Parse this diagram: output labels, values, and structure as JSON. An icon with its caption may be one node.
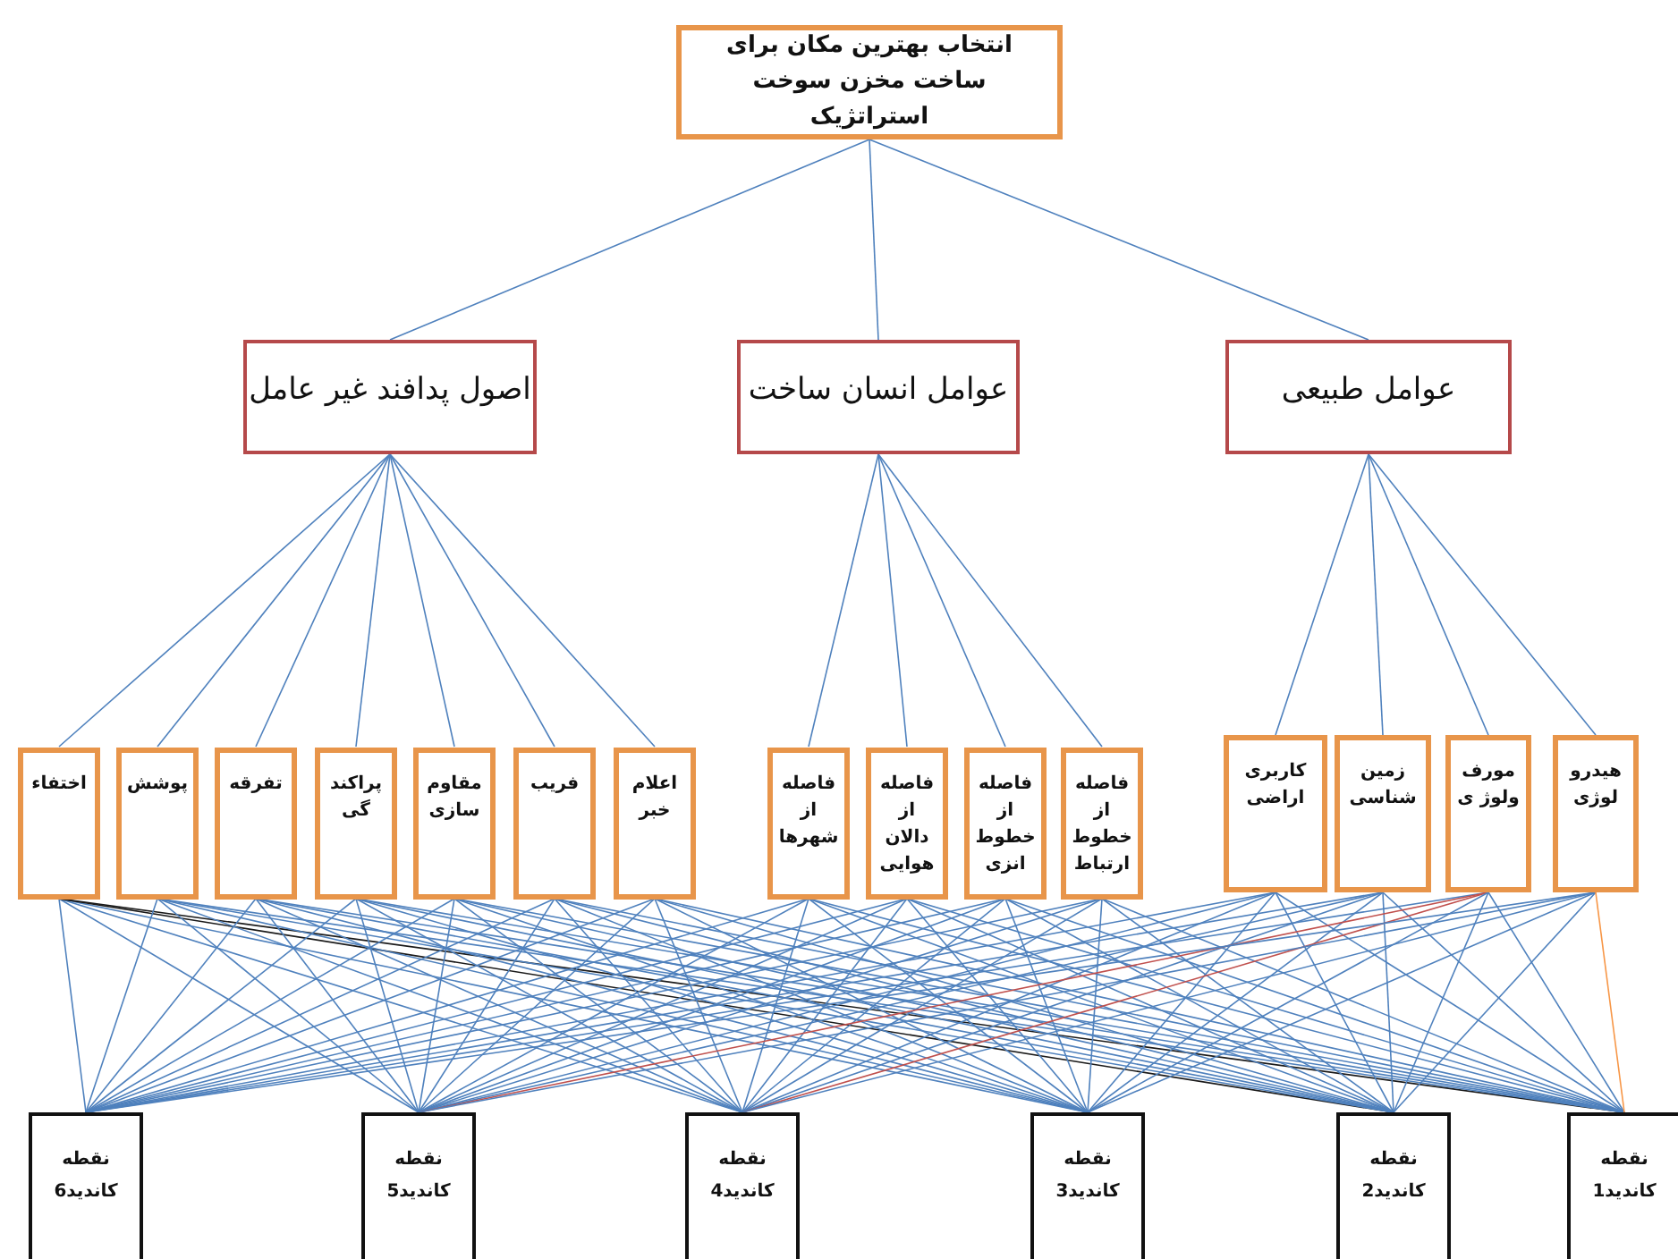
{
  "diagram": {
    "nodes": [
      {
        "text": [
          "انتخاب بهترین مکان برای ساخت مخزن سوخت استراتژیک"
        ]
      },
      {
        "text": [
          "اصول پدافند غیر عامل"
        ]
      },
      {
        "text": [
          "عوامل انسان ساخت"
        ]
      },
      {
        "text": [
          "عوامل طبیعی"
        ]
      },
      {
        "text": [
          "اختفاء"
        ]
      },
      {
        "text": [
          "پوشش"
        ]
      },
      {
        "text": [
          "تفرقه"
        ]
      },
      {
        "text": [
          "پراکند گی"
        ]
      },
      {
        "text": [
          "مقاوم سازی"
        ]
      },
      {
        "text": [
          "فریب"
        ]
      },
      {
        "text": [
          "اعلام خبر"
        ]
      },
      {
        "text": [
          "فاصله از شهرها"
        ]
      },
      {
        "text": [
          "فاصله از دالان هوایی"
        ]
      },
      {
        "text": [
          "فاصله از خطوط انزی"
        ]
      },
      {
        "text": [
          "فاصله از خطوط ارتباط"
        ]
      },
      {
        "text": [
          "کاربری اراضی"
        ]
      },
      {
        "text": [
          "زمین شناسی"
        ]
      },
      {
        "text": [
          "مورف ولوژ ی"
        ]
      },
      {
        "text": [
          "هیدرو لوژی"
        ]
      },
      {
        "text": [
          "نقطه کاندید6"
        ]
      },
      {
        "text": [
          "نقطه کاندید5"
        ]
      },
      {
        "text": [
          "نقطه کاندید4"
        ]
      },
      {
        "text": [
          "نقطه کاندید3"
        ]
      },
      {
        "text": [
          "نقطه کاندید2"
        ]
      },
      {
        "text": [
          "نقطه کاندید1"
        ]
      }
    ],
    "edges": [
      {
        "from": 0,
        "to": 1,
        "arrow": "none"
      },
      {
        "from": 0,
        "to": 2,
        "arrow": "none"
      },
      {
        "from": 0,
        "to": 3,
        "arrow": "none"
      },
      {
        "from": 1,
        "to": 4,
        "arrow": "none"
      },
      {
        "from": 1,
        "to": 5,
        "arrow": "none"
      },
      {
        "from": 1,
        "to": 6,
        "arrow": "none"
      },
      {
        "from": 1,
        "to": 7,
        "arrow": "none"
      },
      {
        "from": 1,
        "to": 8,
        "arrow": "none"
      },
      {
        "from": 1,
        "to": 9,
        "arrow": "none"
      },
      {
        "from": 1,
        "to": 10,
        "arrow": "none"
      },
      {
        "from": 2,
        "to": 11,
        "arrow": "none"
      },
      {
        "from": 2,
        "to": 12,
        "arrow": "none"
      },
      {
        "from": 2,
        "to": 13,
        "arrow": "none"
      },
      {
        "from": 2,
        "to": 14,
        "arrow": "none"
      },
      {
        "from": 3,
        "to": 15,
        "arrow": "none"
      },
      {
        "from": 3,
        "to": 16,
        "arrow": "none"
      },
      {
        "from": 3,
        "to": 17,
        "arrow": "none"
      },
      {
        "from": 3,
        "to": 18,
        "arrow": "none"
      },
      {
        "from": 4,
        "to": 19,
        "arrow": "none"
      },
      {
        "from": 4,
        "to": 20,
        "arrow": "none"
      },
      {
        "from": 4,
        "to": 21,
        "arrow": "none"
      },
      {
        "from": 4,
        "to": 22,
        "arrow": "none"
      },
      {
        "from": 4,
        "to": 23,
        "arrow": "none",
        "color": "#1a1a1a"
      },
      {
        "from": 4,
        "to": 24,
        "arrow": "none",
        "color": "#1a1a1a"
      },
      {
        "from": 5,
        "to": 19,
        "arrow": "none"
      },
      {
        "from": 5,
        "to": 20,
        "arrow": "none"
      },
      {
        "from": 5,
        "to": 21,
        "arrow": "none"
      },
      {
        "from": 5,
        "to": 22,
        "arrow": "none"
      },
      {
        "from": 5,
        "to": 23,
        "arrow": "none"
      },
      {
        "from": 5,
        "to": 24,
        "arrow": "none"
      },
      {
        "from": 6,
        "to": 19,
        "arrow": "none"
      },
      {
        "from": 6,
        "to": 20,
        "arrow": "none"
      },
      {
        "from": 6,
        "to": 21,
        "arrow": "none"
      },
      {
        "from": 6,
        "to": 22,
        "arrow": "none"
      },
      {
        "from": 6,
        "to": 23,
        "arrow": "none"
      },
      {
        "from": 6,
        "to": 24,
        "arrow": "none"
      },
      {
        "from": 7,
        "to": 19,
        "arrow": "none"
      },
      {
        "from": 7,
        "to": 20,
        "arrow": "none"
      },
      {
        "from": 7,
        "to": 21,
        "arrow": "none"
      },
      {
        "from": 7,
        "to": 22,
        "arrow": "none"
      },
      {
        "from": 7,
        "to": 23,
        "arrow": "none"
      },
      {
        "from": 7,
        "to": 24,
        "arrow": "none"
      },
      {
        "from": 8,
        "to": 19,
        "arrow": "none"
      },
      {
        "from": 8,
        "to": 20,
        "arrow": "none"
      },
      {
        "from": 8,
        "to": 21,
        "arrow": "none"
      },
      {
        "from": 8,
        "to": 22,
        "arrow": "none"
      },
      {
        "from": 8,
        "to": 23,
        "arrow": "none"
      },
      {
        "from": 8,
        "to": 24,
        "arrow": "none"
      },
      {
        "from": 9,
        "to": 19,
        "arrow": "none"
      },
      {
        "from": 9,
        "to": 20,
        "arrow": "none"
      },
      {
        "from": 9,
        "to": 21,
        "arrow": "none"
      },
      {
        "from": 9,
        "to": 22,
        "arrow": "none"
      },
      {
        "from": 9,
        "to": 23,
        "arrow": "none"
      },
      {
        "from": 9,
        "to": 24,
        "arrow": "none"
      },
      {
        "from": 10,
        "to": 19,
        "arrow": "none"
      },
      {
        "from": 10,
        "to": 20,
        "arrow": "none"
      },
      {
        "from": 10,
        "to": 21,
        "arrow": "none"
      },
      {
        "from": 10,
        "to": 22,
        "arrow": "none"
      },
      {
        "from": 10,
        "to": 23,
        "arrow": "none"
      },
      {
        "from": 10,
        "to": 24,
        "arrow": "none"
      },
      {
        "from": 11,
        "to": 19,
        "arrow": "none"
      },
      {
        "from": 11,
        "to": 20,
        "arrow": "none"
      },
      {
        "from": 11,
        "to": 21,
        "arrow": "none"
      },
      {
        "from": 11,
        "to": 22,
        "arrow": "none"
      },
      {
        "from": 11,
        "to": 23,
        "arrow": "none"
      },
      {
        "from": 11,
        "to": 24,
        "arrow": "none"
      },
      {
        "from": 12,
        "to": 19,
        "arrow": "none"
      },
      {
        "from": 12,
        "to": 20,
        "arrow": "none"
      },
      {
        "from": 12,
        "to": 21,
        "arrow": "none"
      },
      {
        "from": 12,
        "to": 22,
        "arrow": "none"
      },
      {
        "from": 12,
        "to": 23,
        "arrow": "none"
      },
      {
        "from": 12,
        "to": 24,
        "arrow": "none"
      },
      {
        "from": 13,
        "to": 19,
        "arrow": "none"
      },
      {
        "from": 13,
        "to": 20,
        "arrow": "none"
      },
      {
        "from": 13,
        "to": 21,
        "arrow": "none"
      },
      {
        "from": 13,
        "to": 22,
        "arrow": "none"
      },
      {
        "from": 13,
        "to": 23,
        "arrow": "none"
      },
      {
        "from": 13,
        "to": 24,
        "arrow": "none"
      },
      {
        "from": 14,
        "to": 19,
        "arrow": "none"
      },
      {
        "from": 14,
        "to": 20,
        "arrow": "none"
      },
      {
        "from": 14,
        "to": 21,
        "arrow": "none"
      },
      {
        "from": 14,
        "to": 22,
        "arrow": "none"
      },
      {
        "from": 14,
        "to": 23,
        "arrow": "none"
      },
      {
        "from": 14,
        "to": 24,
        "arrow": "none"
      },
      {
        "from": 15,
        "to": 19,
        "arrow": "none"
      },
      {
        "from": 15,
        "to": 20,
        "arrow": "none"
      },
      {
        "from": 15,
        "to": 21,
        "arrow": "none"
      },
      {
        "from": 15,
        "to": 22,
        "arrow": "none"
      },
      {
        "from": 15,
        "to": 23,
        "arrow": "none"
      },
      {
        "from": 15,
        "to": 24,
        "arrow": "none"
      },
      {
        "from": 16,
        "to": 19,
        "arrow": "none"
      },
      {
        "from": 16,
        "to": 20,
        "arrow": "none"
      },
      {
        "from": 16,
        "to": 21,
        "arrow": "none"
      },
      {
        "from": 16,
        "to": 22,
        "arrow": "none"
      },
      {
        "from": 16,
        "to": 23,
        "arrow": "none"
      },
      {
        "from": 16,
        "to": 24,
        "arrow": "none"
      },
      {
        "from": 17,
        "to": 19,
        "arrow": "none"
      },
      {
        "from": 17,
        "to": 20,
        "arrow": "none",
        "color": "#c0504d"
      },
      {
        "from": 17,
        "to": 21,
        "arrow": "none",
        "color": "#c0504d"
      },
      {
        "from": 17,
        "to": 22,
        "arrow": "none"
      },
      {
        "from": 17,
        "to": 23,
        "arrow": "none"
      },
      {
        "from": 17,
        "to": 24,
        "arrow": "none"
      },
      {
        "from": 18,
        "to": 19,
        "arrow": "none"
      },
      {
        "from": 18,
        "to": 20,
        "arrow": "none"
      },
      {
        "from": 18,
        "to": 21,
        "arrow": "none"
      },
      {
        "from": 18,
        "to": 22,
        "arrow": "none"
      },
      {
        "from": 18,
        "to": 23,
        "arrow": "none"
      },
      {
        "from": 18,
        "to": 24,
        "arrow": "none",
        "color": "#f79646"
      }
    ]
  }
}
